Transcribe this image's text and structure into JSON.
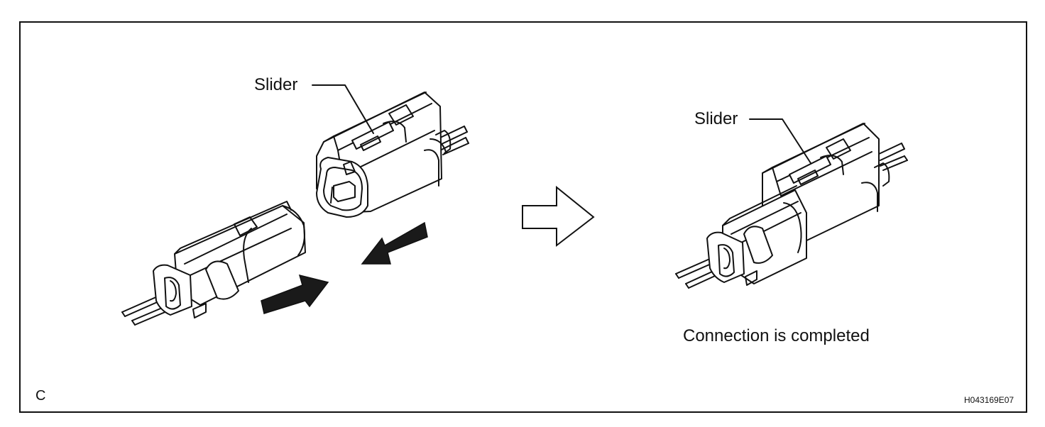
{
  "labels": {
    "slider_left": "Slider",
    "slider_right": "Slider",
    "caption": "Connection is completed",
    "step_letter": "C",
    "figure_code": "H043169E07"
  },
  "icons": {
    "push_arrow_top": "dark-arrow-left-icon",
    "push_arrow_bottom": "dark-arrow-right-icon",
    "result_arrow": "outline-arrow-right-icon"
  },
  "colors": {
    "line": "#111111",
    "fill": "#ffffff",
    "arrow_fill": "#1a1a1a"
  }
}
